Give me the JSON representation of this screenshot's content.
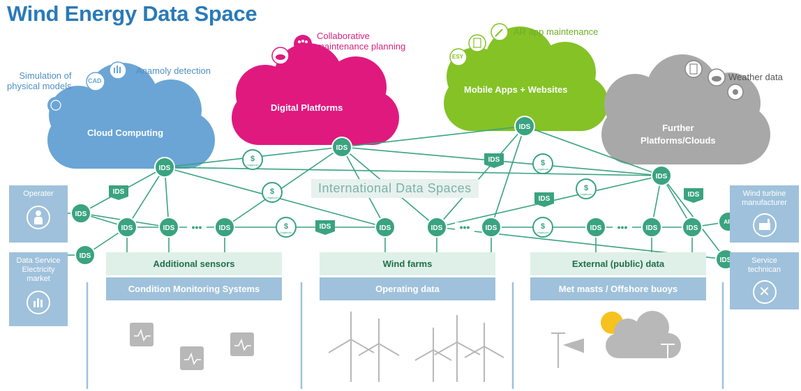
{
  "title": "Wind Energy Data Space",
  "clouds": {
    "cloud_computing": "Cloud Computing",
    "digital_platforms": "Digital Platforms",
    "mobile_apps": "Mobile Apps + Websites",
    "further_line1": "Further",
    "further_line2": "Platforms/Clouds"
  },
  "annotations": {
    "simulation_line1": "Simulation of",
    "simulation_line2": "physical models",
    "anomaly": "Anamoly detection",
    "collab_line1": "Collaborative",
    "collab_line2": "maintenance planning",
    "ar_app": "AR app maintenance",
    "weather": "Weather data",
    "cad": "CAD",
    "esy": "ESY",
    "api": "API"
  },
  "ids_center": "International Data Spaces",
  "ids_label": "IDS",
  "coin_symbol": "$",
  "coin_caption": "Legalcoin",
  "ellipsis": "•••",
  "bands": {
    "additional_sensors": "Additional sensors",
    "condition_monitoring": "Condition Monitoring Systems",
    "wind_farms": "Wind farms",
    "operating_data": "Operating data",
    "external_data": "External (public) data",
    "met_masts": "Met masts / Offshore buoys"
  },
  "side_panels": {
    "operater": "Operater",
    "data_service_line1": "Data Service",
    "data_service_line2": "Electricity",
    "data_service_line3": "market",
    "turbine_line1": "Wind turbine",
    "turbine_line2": "manufacturer",
    "service_line1": "Service",
    "service_line2": "technican"
  },
  "colors": {
    "title": "#2a7ab8",
    "cloud_blue": "#6aa5d6",
    "cloud_pink": "#e0197f",
    "cloud_green": "#84c226",
    "cloud_gray": "#a8a8a8",
    "ids_green": "#3aa37f",
    "band_light": "#dff0e8",
    "band_blue": "#9fc1db"
  }
}
